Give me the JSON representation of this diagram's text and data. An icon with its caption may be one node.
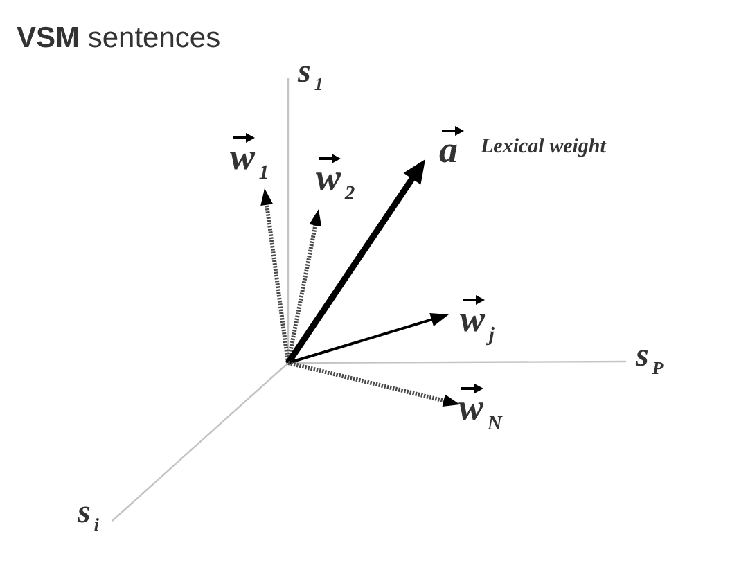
{
  "diagram": {
    "title": "**VSM** sentences",
    "labels": [
      "s$_{1}$",
      "w$_{1}$",
      "w$_{2}$",
      "a",
      "Lexical weight",
      "w$_{j}$",
      "s$_{P}$",
      "w$_{N}$",
      "s$_{i}$"
    ]
  }
}
